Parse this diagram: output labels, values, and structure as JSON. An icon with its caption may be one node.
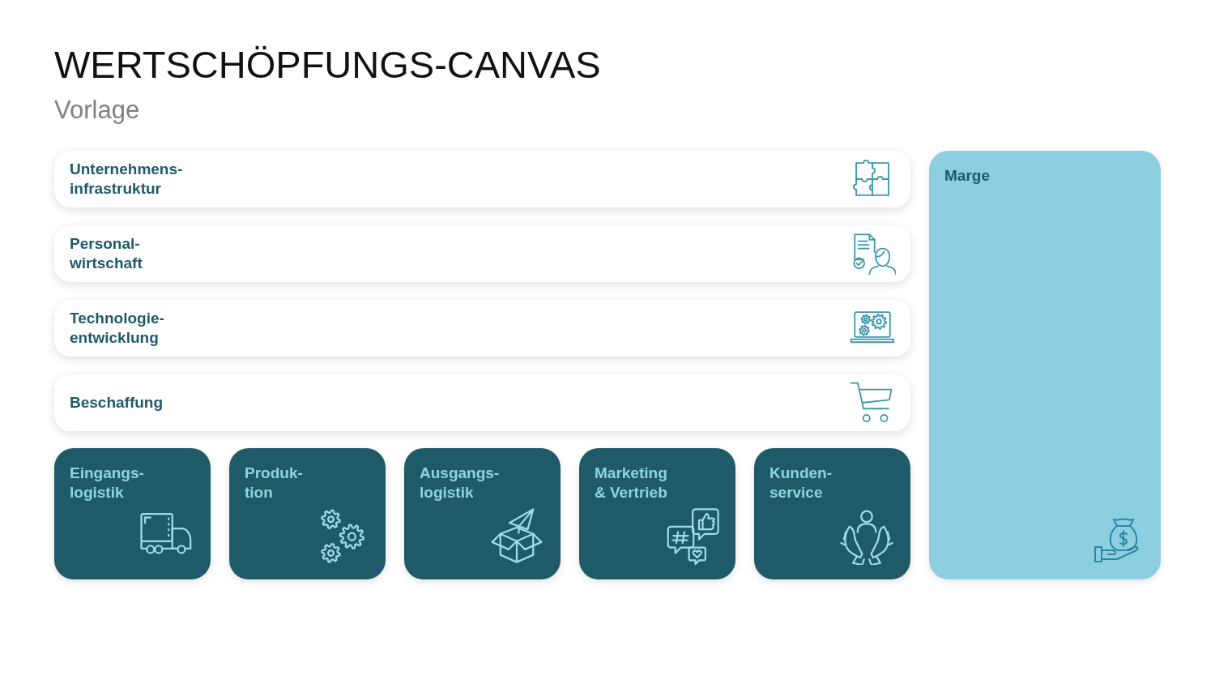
{
  "diagram": {
    "title": "WERTSCHÖPFUNGS-CANVAS",
    "nodes": [
      {
        "text": [
          "Unternehmens- infrastruktur"
        ]
      },
      {
        "text": [
          "Personal- wirtschaft"
        ]
      },
      {
        "text": [
          "Technologie- entwicklung"
        ]
      },
      {
        "text": [
          "Beschaffung"
        ]
      },
      {
        "text": [
          "Eingangs- logistik"
        ]
      },
      {
        "text": [
          "Produk- tion"
        ]
      },
      {
        "text": [
          "Ausgangs- logistik"
        ]
      },
      {
        "text": [
          "Marketing & Vertrieb"
        ]
      },
      {
        "text": [
          "Kunden- service"
        ]
      },
      {
        "text": [
          "Marge"
        ]
      }
    ],
    "labels": [
      "Vorlage"
    ]
  }
}
